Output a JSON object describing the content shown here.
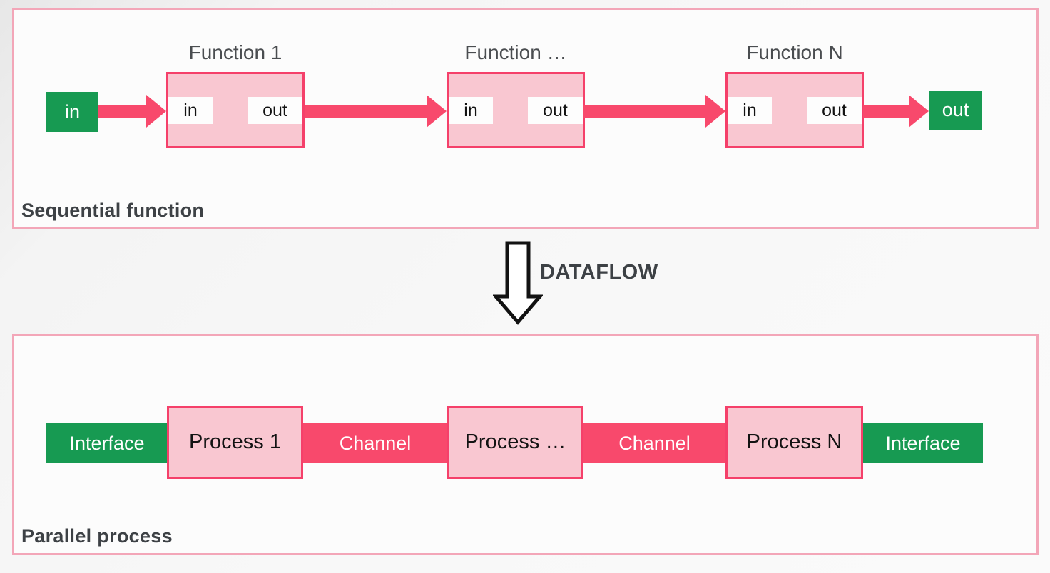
{
  "colors": {
    "green": "#179a52",
    "pink_strong": "#f8496c",
    "pink_light": "#f9c7d1",
    "pink_border": "#f5406a",
    "panel_border": "#f3a6b8",
    "text_dark": "#3d4145"
  },
  "sequential": {
    "label": "Sequential function",
    "input": "in",
    "output": "out",
    "functions": [
      {
        "title": "Function 1",
        "in": "in",
        "out": "out"
      },
      {
        "title": "Function …",
        "in": "in",
        "out": "out"
      },
      {
        "title": "Function N",
        "in": "in",
        "out": "out"
      }
    ]
  },
  "transform": {
    "label": "DATAFLOW",
    "arrow_icon": "down-arrow"
  },
  "parallel": {
    "label": "Parallel process",
    "interface_left": "Interface",
    "interface_right": "Interface",
    "processes": [
      "Process 1",
      "Process …",
      "Process N"
    ],
    "channels": [
      "Channel",
      "Channel"
    ]
  }
}
